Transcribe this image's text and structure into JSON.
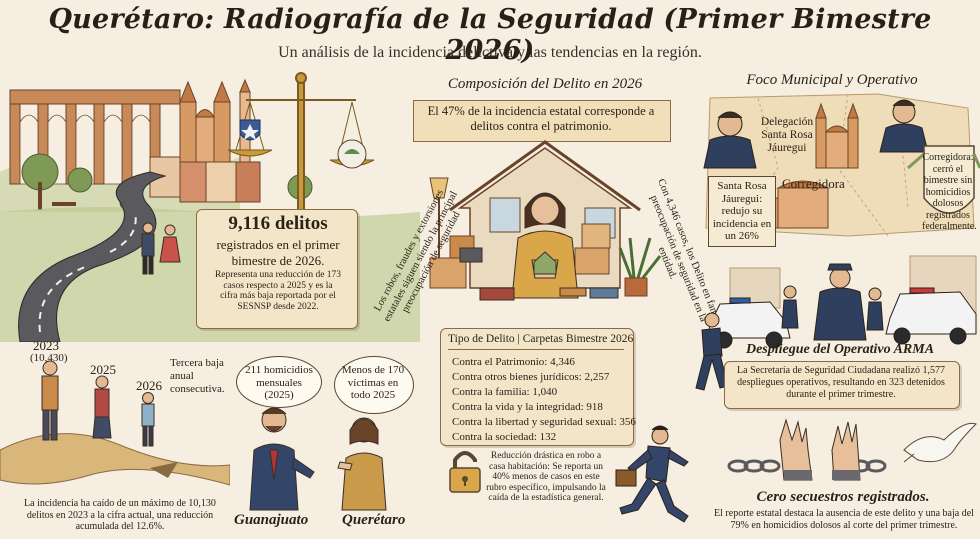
{
  "header": {
    "title": "Querétaro: Radiografía de la Seguridad (Primer Bimestre 2026)",
    "subtitle": "Un análisis de la incidencia delictiva y las tendencias en la región."
  },
  "left": {
    "total_number": "9,116 delitos",
    "total_line2": "registrados en el primer",
    "total_line3": "bimestre de 2026.",
    "total_note": "Representa una reducción de 173 casos respecto a 2025 y es la cifra más baja reportada por el SESNSP desde 2022.",
    "year_2023": "2023",
    "value_2023": "(10,430)",
    "year_2025": "2025",
    "year_2026": "2026",
    "third_drop": "Tercera baja anual consecutiva.",
    "trend_note": "La incidencia ha caído de un máximo de 10,130 delitos en 2023 a la cifra actual, una reducción acumulada del 12.6%.",
    "bubble_gto": "211 homicidios mensuales (2025)",
    "bubble_qro": "Menos de 170 víctimas en todo 2025",
    "label_gto": "Guanajuato",
    "label_qro": "Querétaro"
  },
  "center": {
    "heading": "Composición del Delito en 2026",
    "banner": "El 47% de la incidencia estatal corresponde a delitos contra el patrimonio.",
    "side_left": "Los robos, fraudes y extorsiones estatales siguen siendo la principal preocupación de seguridad",
    "side_right": "Con 4,346 casos, los Delito en familia preocupación de seguridad en la entidad.",
    "table_header": "Tipo de Delito | Carpetas Bimestre 2026",
    "rows": [
      "Contra el Patrimonio: 4,346",
      "Contra otros bienes jurídicos: 2,257",
      "Contra la familia: 1,040",
      "Contra la vida y la integridad: 918",
      "Contra la libertad y seguridad sexual: 356",
      "Contra la sociedad: 132"
    ],
    "robbery_note": "Reducción drástica en robo a casa habitación: Se reporta un 40% menos de casos en este rubro específico, impulsando la caída de la estadística general."
  },
  "right": {
    "heading": "Foco Municipal y Operativo",
    "delegacion": "Delegación Santa Rosa Jáuregui",
    "santa_rosa": "Santa Rosa Jáuregui: redujo su incidencia en un 26%",
    "corregidora": "Corregidora",
    "corregidora_shield": "Corregidora: cerró el bimestre sin homicidios dolosos registrados federalmente.",
    "operativo_title": "Despliegue del Operativo ARMA",
    "operativo_text": "La Secretaría de Seguridad Ciudadana realizó 1,577 despliegues operativos, resultando en 323 detenidos durante el primer trimestre.",
    "secuestros_title": "Cero secuestros registrados.",
    "secuestros_text": "El reporte estatal destaca la ausencia de este delito y una baja del 79% en homicidios dolosos al corte del primer trimestre."
  },
  "colors": {
    "paper": "#f6efe1",
    "scroll": "#f3e6c8",
    "ink": "#2b2118",
    "police_blue": "#2f3f5e"
  }
}
